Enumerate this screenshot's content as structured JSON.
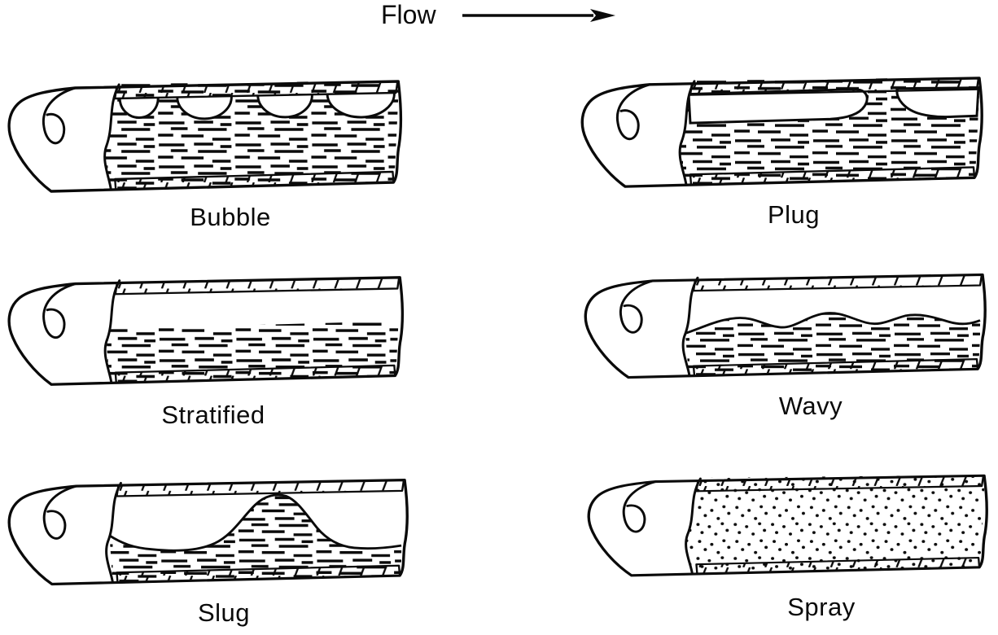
{
  "header": {
    "flow_label": "Flow"
  },
  "regimes": [
    {
      "id": "bubble",
      "label": "Bubble"
    },
    {
      "id": "plug",
      "label": "Plug"
    },
    {
      "id": "stratified",
      "label": "Stratified"
    },
    {
      "id": "wavy",
      "label": "Wavy"
    },
    {
      "id": "slug",
      "label": "Slug"
    },
    {
      "id": "spray",
      "label": "Spray"
    }
  ],
  "colors": {
    "ink": "#0a0a0a",
    "background": "#ffffff"
  }
}
